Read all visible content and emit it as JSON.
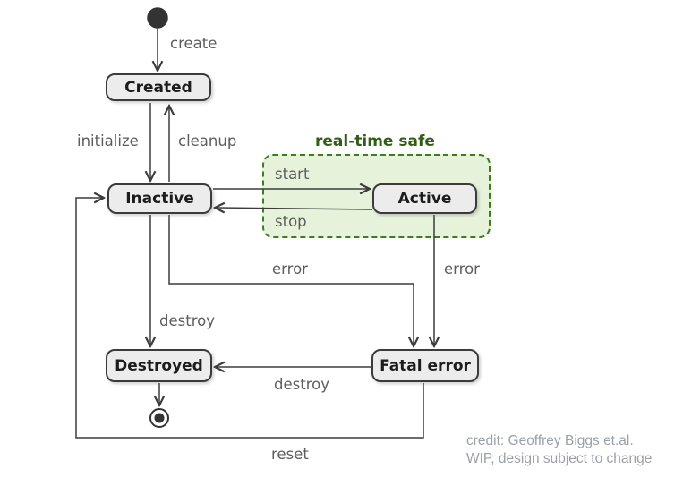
{
  "diagram": {
    "region": {
      "label": "real-time safe"
    },
    "states": {
      "created": {
        "label": "Created"
      },
      "inactive": {
        "label": "Inactive"
      },
      "active": {
        "label": "Active"
      },
      "destroyed": {
        "label": "Destroyed"
      },
      "fatal_error": {
        "label": "Fatal error"
      }
    },
    "transitions": {
      "create": {
        "label": "create",
        "from": "initial",
        "to": "created"
      },
      "initialize": {
        "label": "initialize",
        "from": "created",
        "to": "inactive"
      },
      "cleanup": {
        "label": "cleanup",
        "from": "inactive",
        "to": "created"
      },
      "start": {
        "label": "start",
        "from": "inactive",
        "to": "active"
      },
      "stop": {
        "label": "stop",
        "from": "active",
        "to": "inactive"
      },
      "error_from_inactive": {
        "label": "error",
        "from": "inactive",
        "to": "fatal_error"
      },
      "error_from_active": {
        "label": "error",
        "from": "active",
        "to": "fatal_error"
      },
      "destroy_from_inactive": {
        "label": "destroy",
        "from": "inactive",
        "to": "destroyed"
      },
      "destroy_from_fatal": {
        "label": "destroy",
        "from": "fatal_error",
        "to": "destroyed"
      },
      "reset": {
        "label": "reset",
        "from": "fatal_error",
        "to": "inactive"
      },
      "finalize": {
        "label": "",
        "from": "destroyed",
        "to": "final"
      }
    },
    "credit": {
      "line1": "credit: Geoffrey Biggs et.al.",
      "line2": "WIP, design subject to change"
    },
    "colors": {
      "state_fill": "#ececec",
      "state_border": "#3b3b3b",
      "state_text": "#1c1c1c",
      "region_fill": "#e6f2da",
      "region_border": "#3e7c20",
      "region_label": "#2f5e14",
      "edge": "#3c3c3c",
      "transition_label": "#5d5d5d",
      "node_fill": "#333333",
      "credit_text": "#9ba1a9"
    }
  }
}
